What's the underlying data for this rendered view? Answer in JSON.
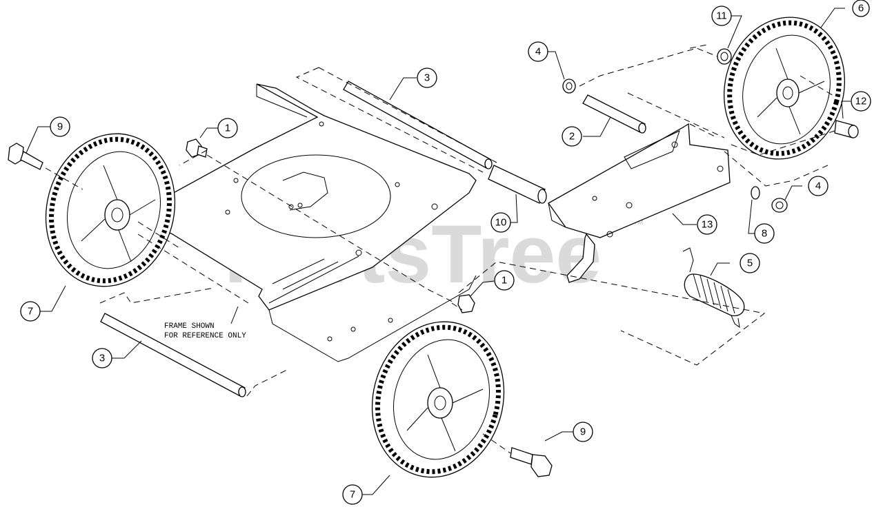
{
  "watermark": "PartsTree",
  "trademark": "TM",
  "note": {
    "line1": "FRAME SHOWN",
    "line2": "FOR REFERENCE ONLY"
  },
  "callouts": {
    "c1a": "1",
    "c1b": "1",
    "c2": "2",
    "c3a": "3",
    "c3b": "3",
    "c4a": "4",
    "c4b": "4",
    "c5": "5",
    "c6": "6",
    "c7a": "7",
    "c7b": "7",
    "c8": "8",
    "c9a": "9",
    "c9b": "9",
    "c10": "10",
    "c11": "11",
    "c12": "12",
    "c13": "13"
  }
}
